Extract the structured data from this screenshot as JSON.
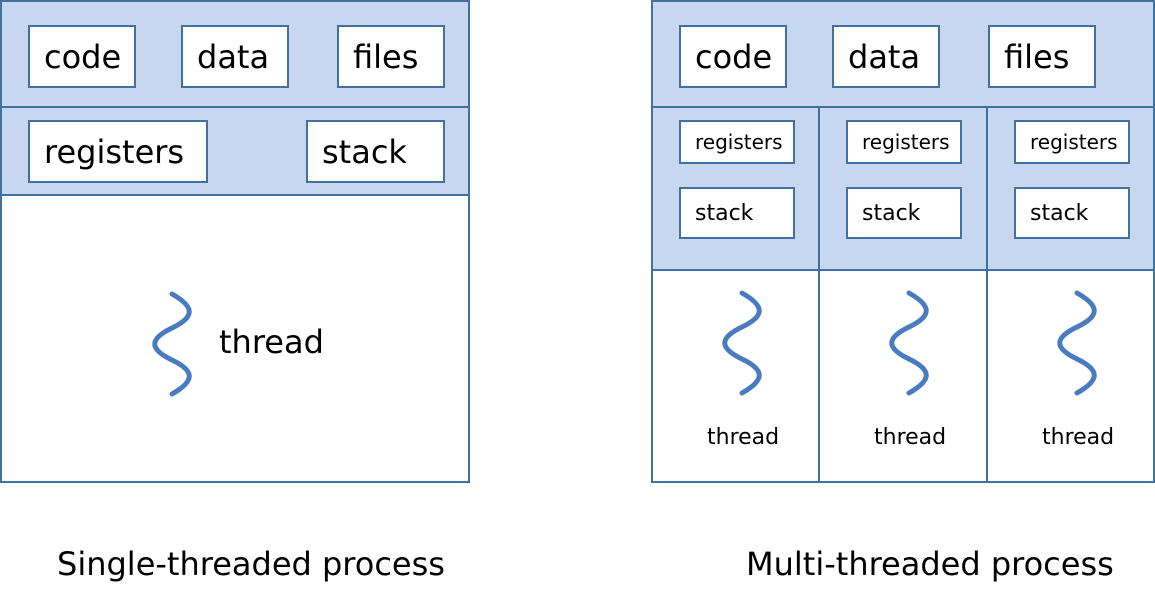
{
  "single": {
    "shared": [
      "code",
      "data",
      "files"
    ],
    "registers": "registers",
    "stack": "stack",
    "thread": "thread",
    "caption": "Single-threaded process"
  },
  "multi": {
    "shared": [
      "code",
      "data",
      "files"
    ],
    "threads": [
      {
        "registers": "registers",
        "stack": "stack",
        "thread": "thread"
      },
      {
        "registers": "registers",
        "stack": "stack",
        "thread": "thread"
      },
      {
        "registers": "registers",
        "stack": "stack",
        "thread": "thread"
      }
    ],
    "caption": "Multi-threaded process"
  },
  "colors": {
    "accent": "#41719c",
    "fill": "#c7d7ef",
    "thread_wave": "#4a7bc1"
  }
}
